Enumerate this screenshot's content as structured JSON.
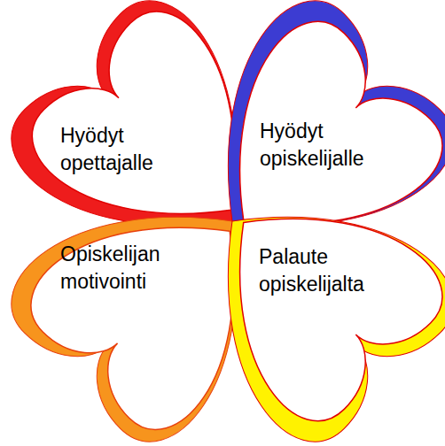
{
  "diagram": {
    "nodes": [
      {
        "text": [
          "Hyödyt opettajalle"
        ]
      },
      {
        "text": [
          "Hyödyt opiskelijalle"
        ]
      },
      {
        "text": [
          "Opiskelijan motivointi"
        ]
      },
      {
        "text": [
          "Palaute opiskelijalta"
        ]
      }
    ]
  }
}
